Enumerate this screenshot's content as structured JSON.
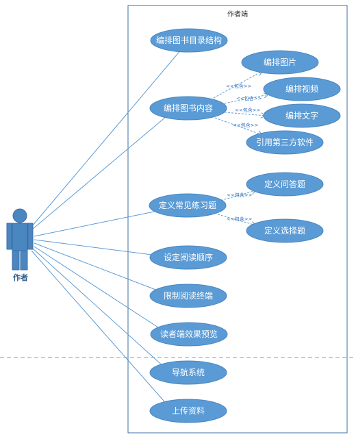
{
  "system": {
    "title": "作者端"
  },
  "actor": {
    "name": "作者"
  },
  "include_label": "<<包含>>",
  "colors": {
    "ellipse": "#5b9bd5",
    "ellipse_stroke": "#4a86c0",
    "line": "#5b9bd5",
    "boundary": "#3d6fa6"
  },
  "use_cases": {
    "edit_toc": "编排图书目录结构",
    "edit_content": "编排图书内容",
    "edit_images": "编排图片",
    "edit_video": "编排视频",
    "edit_text": "编排文字",
    "third_party": "引用第三方软件",
    "define_exercises": "定义常见练习题",
    "define_qa": "定义问答题",
    "define_choice": "定义选择题",
    "reading_order": "设定阅读顺序",
    "restrict_terminal": "限制阅读终端",
    "preview": "读者端效果预览",
    "navigation": "导航系统",
    "upload": "上传资料"
  }
}
